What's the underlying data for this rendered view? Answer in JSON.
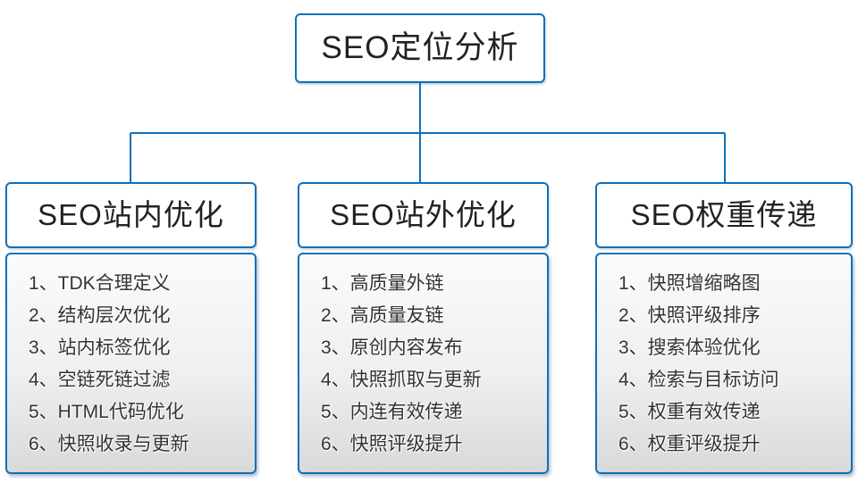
{
  "diagram": {
    "colors": {
      "line": "#0e70b8",
      "header_text": "#222222",
      "item_text": "#333333"
    },
    "root": {
      "title": "SEO定位分析"
    },
    "branches": [
      {
        "title": "SEO站内优化",
        "items": [
          "1、TDK合理定义",
          "2、结构层次优化",
          "3、站内标签优化",
          "4、空链死链过滤",
          "5、HTML代码优化",
          "6、快照收录与更新"
        ]
      },
      {
        "title": "SEO站外优化",
        "items": [
          "1、高质量外链",
          "2、高质量友链",
          "3、原创内容发布",
          "4、快照抓取与更新",
          "5、内连有效传递",
          "6、快照评级提升"
        ]
      },
      {
        "title": "SEO权重传递",
        "items": [
          "1、快照增缩略图",
          "2、快照评级排序",
          "3、搜索体验优化",
          "4、检索与目标访问",
          "5、权重有效传递",
          "6、权重评级提升"
        ]
      }
    ]
  }
}
